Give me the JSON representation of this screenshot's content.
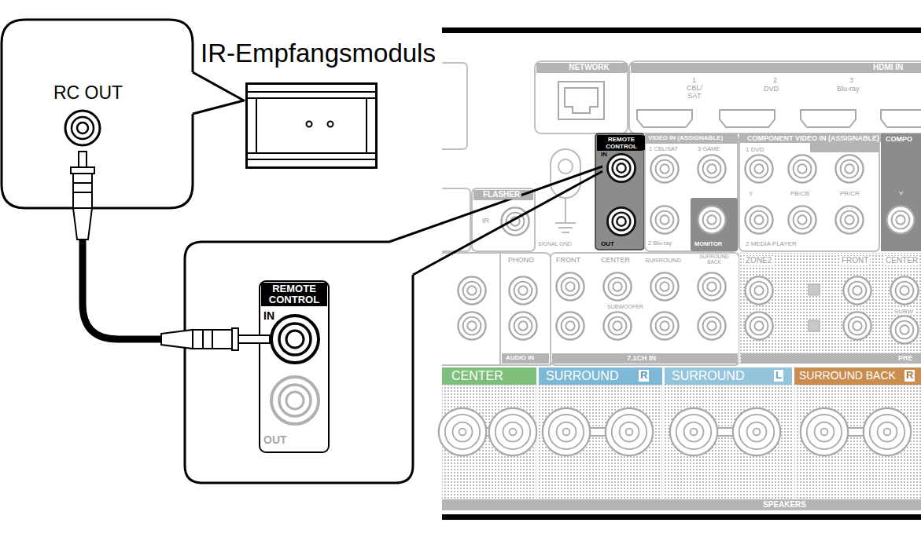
{
  "diagram": {
    "nodes": [
      {
        "text": [
          "RC OUT"
        ]
      },
      {
        "text": [
          "IR-Empfangsmoduls"
        ]
      },
      {
        "text": [
          "REMOTE CONTROL",
          "IN",
          "OUT"
        ]
      }
    ],
    "edges": [
      {
        "from": 0,
        "to": 2,
        "arrow": "none"
      }
    ],
    "labels": [
      "NETWORK",
      "HDMI IN",
      "1",
      "CBL/ SAT",
      "2",
      "DVD",
      "3",
      "Blu-ray",
      "REMOTE CONTROL",
      "IN",
      "OUT",
      "VIDEO IN (ASSIGNABLE)",
      "1 CBL/SAT",
      "3 GAME",
      "2 Blu-ray",
      "MONITOR",
      "COMPONENT VIDEO IN (ASSIGNABLE)",
      "1 DVD",
      "Y",
      "PB/CB",
      "PR/CR",
      "2 MEDIA PLAYER",
      "COMPO",
      "Y",
      "FLASHER",
      "IR",
      "SIGNAL GND",
      "PHONO",
      "AUDIO IN",
      "FRONT",
      "CENTER",
      "SURROUND",
      "SURROUND BACK",
      "SUBWOOFER",
      "7.1CH IN",
      "ZONE2",
      "FRONT",
      "CENTER",
      "SUBW",
      "PRE",
      "CENTER",
      "SURROUND",
      "R",
      "SURROUND",
      "L",
      "SURROUND BACK",
      "R",
      "SPEAKERS"
    ]
  }
}
